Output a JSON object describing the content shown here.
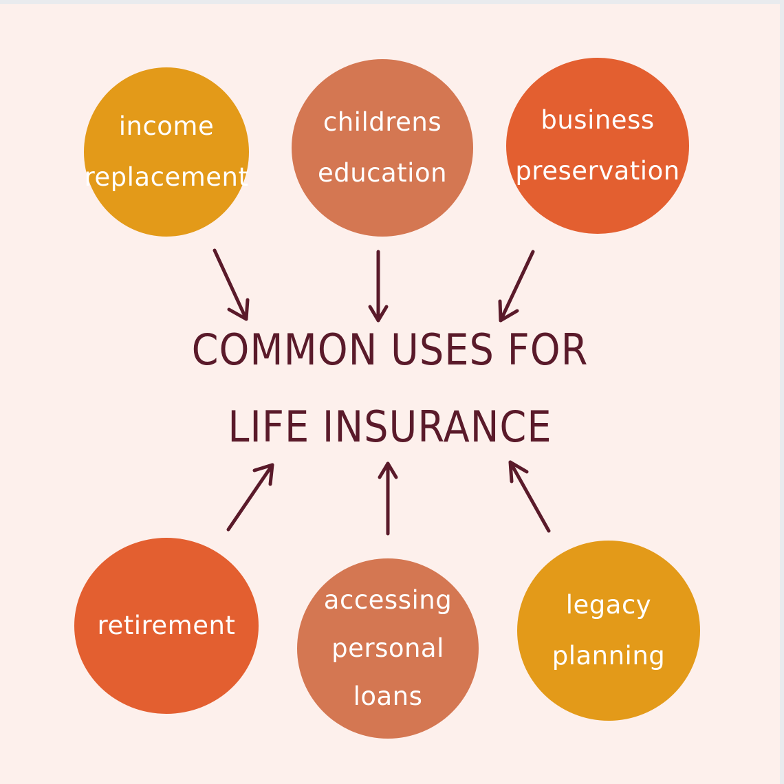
{
  "title_lines": [
    "COMMON USES FOR",
    "LIFE INSURANCE"
  ],
  "colors": {
    "background": "#fdf0ec",
    "title": "#5a1a2a",
    "arrow": "#5a1a2a",
    "gold": "#e39a19",
    "terracotta": "#d47752",
    "orange": "#e35f30",
    "label": "#ffffff"
  },
  "top_uses": [
    {
      "lines": [
        "income",
        "replacement"
      ],
      "color": "gold"
    },
    {
      "lines": [
        "childrens",
        "education"
      ],
      "color": "terracotta"
    },
    {
      "lines": [
        "business",
        "preservation"
      ],
      "color": "orange"
    }
  ],
  "bottom_uses": [
    {
      "lines": [
        "retirement"
      ],
      "color": "orange"
    },
    {
      "lines": [
        "accessing",
        "personal",
        "loans"
      ],
      "color": "terracotta"
    },
    {
      "lines": [
        "legacy",
        "planning"
      ],
      "color": "gold"
    }
  ]
}
